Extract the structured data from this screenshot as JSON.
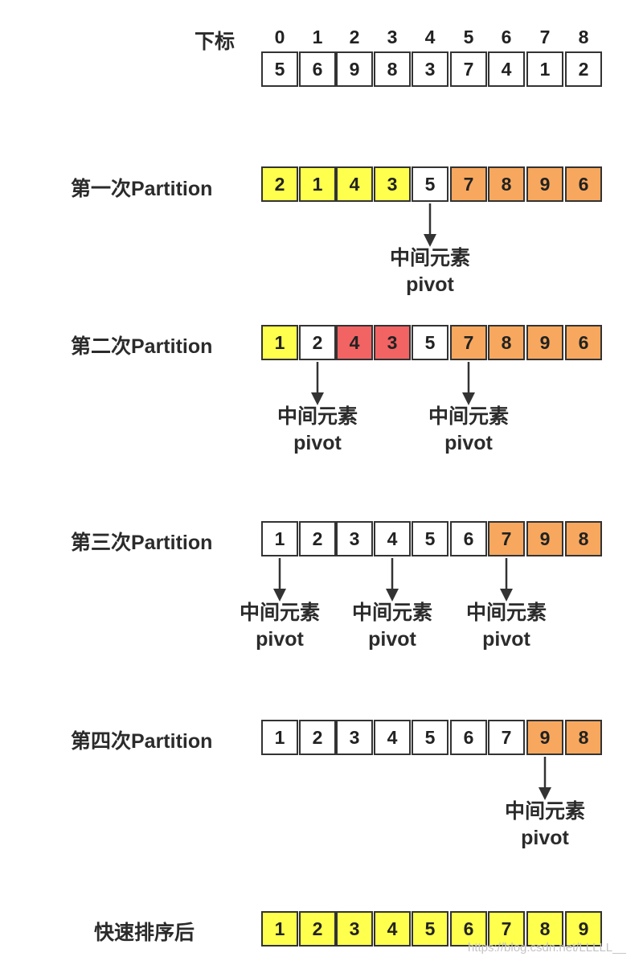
{
  "header": {
    "index_label": "下标",
    "indices": [
      "0",
      "1",
      "2",
      "3",
      "4",
      "5",
      "6",
      "7",
      "8"
    ]
  },
  "initial_values": [
    "5",
    "6",
    "9",
    "8",
    "3",
    "7",
    "4",
    "1",
    "2"
  ],
  "rows": [
    {
      "label": "第一次Partition",
      "values": [
        "2",
        "1",
        "4",
        "3",
        "5",
        "7",
        "8",
        "9",
        "6"
      ],
      "colors": [
        "yellow",
        "yellow",
        "yellow",
        "yellow",
        "white",
        "orange",
        "orange",
        "orange",
        "orange"
      ],
      "pivots": [
        4
      ]
    },
    {
      "label": "第二次Partition",
      "values": [
        "1",
        "2",
        "4",
        "3",
        "5",
        "7",
        "8",
        "9",
        "6"
      ],
      "colors": [
        "yellow",
        "white",
        "red",
        "red",
        "white",
        "orange",
        "orange",
        "orange",
        "orange"
      ],
      "pivots": [
        1,
        5
      ]
    },
    {
      "label": "第三次Partition",
      "values": [
        "1",
        "2",
        "3",
        "4",
        "5",
        "6",
        "7",
        "9",
        "8"
      ],
      "colors": [
        "white",
        "white",
        "white",
        "white",
        "white",
        "white",
        "orange",
        "orange",
        "orange"
      ],
      "pivots": [
        0,
        3,
        6
      ]
    },
    {
      "label": "第四次Partition",
      "values": [
        "1",
        "2",
        "3",
        "4",
        "5",
        "6",
        "7",
        "9",
        "8"
      ],
      "colors": [
        "white",
        "white",
        "white",
        "white",
        "white",
        "white",
        "white",
        "orange",
        "orange"
      ],
      "pivots": [
        7
      ]
    }
  ],
  "sorted": {
    "label": "快速排序后",
    "values": [
      "1",
      "2",
      "3",
      "4",
      "5",
      "6",
      "7",
      "8",
      "9"
    ],
    "colors": [
      "yellow",
      "yellow",
      "yellow",
      "yellow",
      "yellow",
      "yellow",
      "yellow",
      "yellow",
      "yellow"
    ]
  },
  "pivot_text": {
    "line1": "中间元素",
    "line2": "pivot"
  },
  "palette": {
    "white": "#ffffff",
    "yellow": "#ffff4d",
    "orange": "#f7a85e",
    "red": "#f26363",
    "stroke": "#333333"
  },
  "watermark": "https://blog.csdn.net/LLLLL__"
}
